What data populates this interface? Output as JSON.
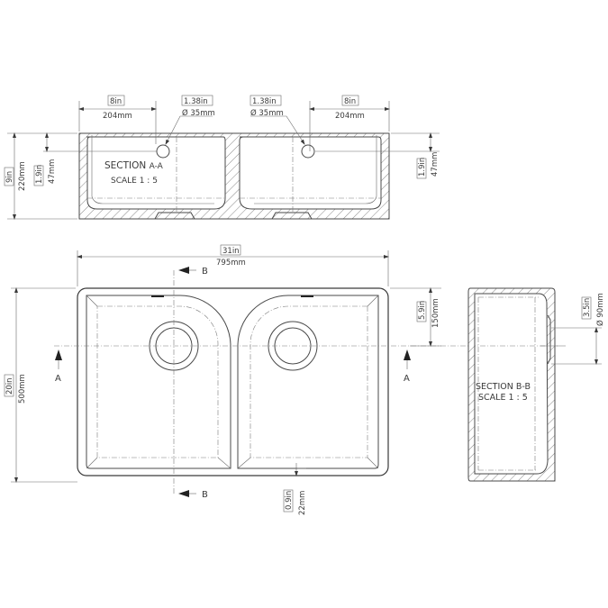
{
  "section_aa": {
    "title": "SECTION",
    "id": "A-A",
    "scale": "SCALE 1 : 5",
    "dims": {
      "left_width_in": "8in",
      "left_width_mm": "204mm",
      "left_hole_in": "1.38in",
      "left_hole_mm": "Ø 35mm",
      "right_hole_in": "1.38in",
      "right_hole_mm": "Ø 35mm",
      "right_width_in": "8in",
      "right_width_mm": "204mm",
      "height_in": "9in",
      "height_mm": "220mm",
      "left_hole_depth_in": "1.9in",
      "left_hole_depth_mm": "47mm",
      "right_hole_depth_in": "1.9in",
      "right_hole_depth_mm": "47mm"
    }
  },
  "plan_view": {
    "overall_width_in": "31in",
    "overall_width_mm": "795mm",
    "overall_depth_in": "20in",
    "overall_depth_mm": "500mm",
    "drain_offset_in": "5.9in",
    "drain_offset_mm": "150mm",
    "bottom_in": "0.9in",
    "bottom_mm": "22mm",
    "section_marker_a": "A",
    "section_marker_b": "B"
  },
  "section_bb": {
    "title": "SECTION B-B",
    "scale": "SCALE 1 : 5",
    "drain_in": "3.5in",
    "drain_mm": "Ø 90mm"
  }
}
